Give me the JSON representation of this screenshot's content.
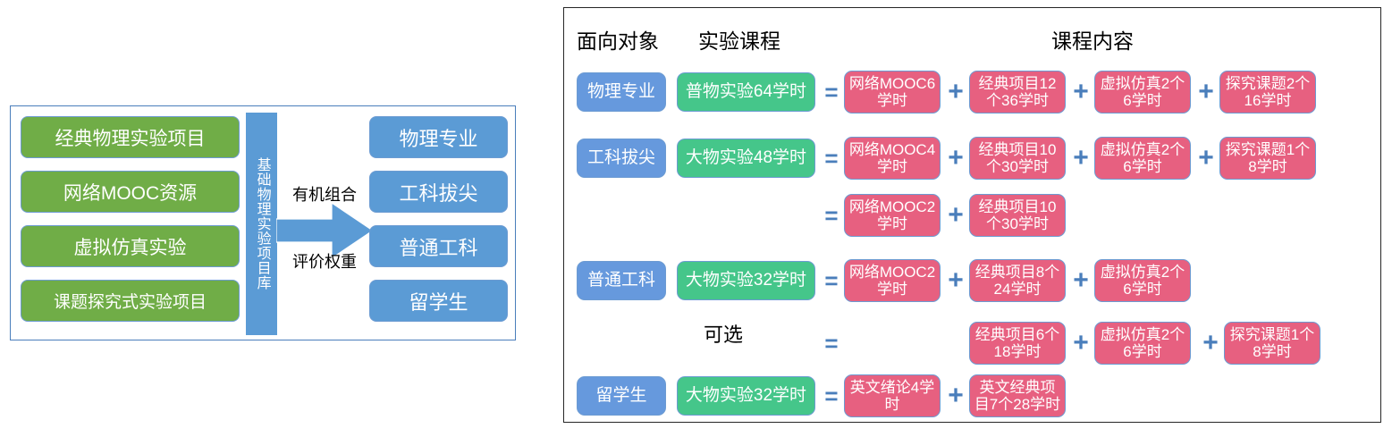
{
  "left_panel": {
    "sources": [
      {
        "label": "经典物理实验项目"
      },
      {
        "label": "网络MOOC资源"
      },
      {
        "label": "虚拟仿真实验"
      },
      {
        "label": "课题探究式实验项目"
      }
    ],
    "library_label": "基础物理实验项目库",
    "arrow_label_top": "有机组合",
    "arrow_label_bottom": "评价权重",
    "targets": [
      {
        "label": "物理专业"
      },
      {
        "label": "工科拔尖"
      },
      {
        "label": "普通工科"
      },
      {
        "label": "留学生"
      }
    ],
    "colors": {
      "source_box": "#70AD47",
      "target_box": "#5B9BD5",
      "library_bar": "#5B9BD5",
      "panel_border": "#4A7EBB"
    }
  },
  "right_panel": {
    "headers": {
      "audience": "面向对象",
      "course": "实验课程",
      "content": "课程内容"
    },
    "optional_note": "可选",
    "operators": {
      "equals": "=",
      "plus": "+"
    },
    "colors": {
      "audience_chip": "#6699DD",
      "course_chip": "#45C68A",
      "content_chip": "#E76080",
      "operator": "#4A7EBB",
      "panel_border": "#262626"
    },
    "rows": [
      {
        "audience": "物理专业",
        "course": "普物实验64学时",
        "items": [
          "网络MOOC6学时",
          "经典项目12个36学时",
          "虚拟仿真2个6学时",
          "探究课题2个16学时"
        ]
      },
      {
        "audience": "工科拔尖",
        "course": "大物实验48学时",
        "items": [
          "网络MOOC4学时",
          "经典项目10个30学时",
          "虚拟仿真2个6学时",
          "探究课题1个8学时"
        ]
      },
      {
        "audience": "",
        "course": "",
        "items": [
          "网络MOOC2学时",
          "经典项目10个30学时"
        ]
      },
      {
        "audience": "普通工科",
        "course": "大物实验32学时",
        "items": [
          "网络MOOC2学时",
          "经典项目8个24学时",
          "虚拟仿真2个6学时"
        ]
      },
      {
        "audience": "",
        "course": "",
        "items": [
          "经典项目6个18学时",
          "虚拟仿真2个6学时",
          "探究课题1个8学时"
        ]
      },
      {
        "audience": "留学生",
        "course": "大物实验32学时",
        "items": [
          "英文绪论4学时",
          "英文经典项目7个28学时"
        ]
      }
    ]
  }
}
